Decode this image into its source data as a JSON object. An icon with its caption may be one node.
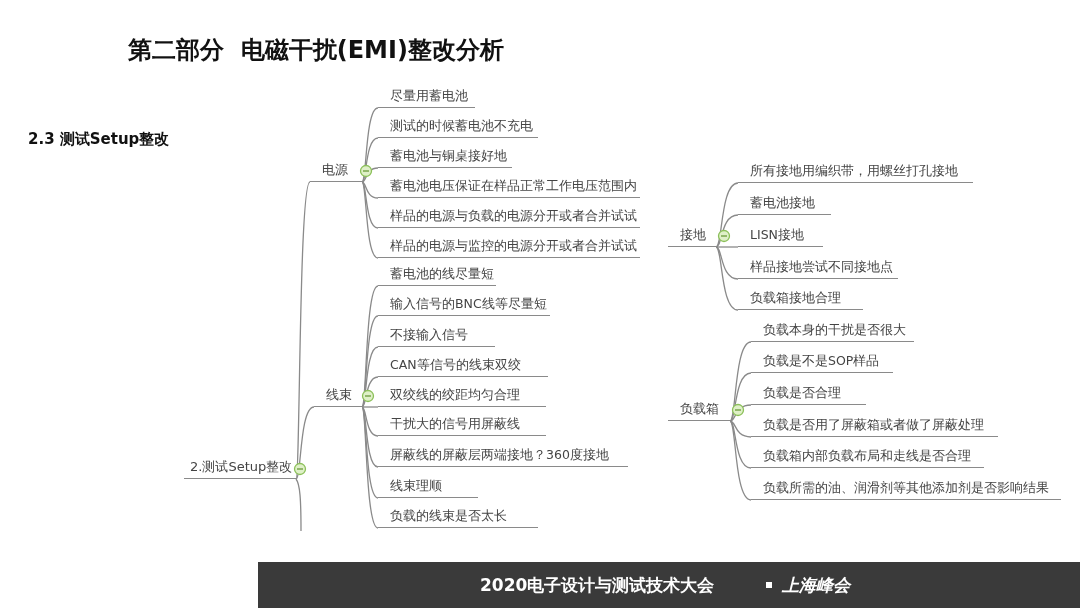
{
  "diagram": {
    "title": "第二部分  电磁干扰(EMI)整改分析",
    "nodes": [
      {
        "text": [
          "2.测试Setup整改"
        ]
      },
      {
        "text": [
          "电源"
        ]
      },
      {
        "text": [
          "尽量用蓄电池"
        ]
      },
      {
        "text": [
          "测试的时候蓄电池不充电"
        ]
      },
      {
        "text": [
          "蓄电池与铜桌接好地"
        ]
      },
      {
        "text": [
          "蓄电池电压保证在样品正常工作电压范围内"
        ]
      },
      {
        "text": [
          "样品的电源与负载的电源分开或者合并试试"
        ]
      },
      {
        "text": [
          "样品的电源与监控的电源分开或者合并试试"
        ]
      },
      {
        "text": [
          "线束"
        ]
      },
      {
        "text": [
          "蓄电池的线尽量短"
        ]
      },
      {
        "text": [
          "输入信号的BNC线等尽量短"
        ]
      },
      {
        "text": [
          "不接输入信号"
        ]
      },
      {
        "text": [
          "CAN等信号的线束双绞"
        ]
      },
      {
        "text": [
          "双绞线的绞距均匀合理"
        ]
      },
      {
        "text": [
          "干扰大的信号用屏蔽线"
        ]
      },
      {
        "text": [
          "屏蔽线的屏蔽层两端接地？360度接地"
        ]
      },
      {
        "text": [
          "线束理顺"
        ]
      },
      {
        "text": [
          "负载的线束是否太长"
        ]
      },
      {
        "text": [
          "接地"
        ]
      },
      {
        "text": [
          "所有接地用编织带，用螺丝打孔接地"
        ]
      },
      {
        "text": [
          "蓄电池接地"
        ]
      },
      {
        "text": [
          "LISN接地"
        ]
      },
      {
        "text": [
          "样品接地尝试不同接地点"
        ]
      },
      {
        "text": [
          "负载箱接地合理"
        ]
      },
      {
        "text": [
          "负载箱"
        ]
      },
      {
        "text": [
          "负载本身的干扰是否很大"
        ]
      },
      {
        "text": [
          "负载是不是SOP样品"
        ]
      },
      {
        "text": [
          "负载是否合理"
        ]
      },
      {
        "text": [
          "负载是否用了屏蔽箱或者做了屏蔽处理"
        ]
      },
      {
        "text": [
          "负载箱内部负载布局和走线是否合理"
        ]
      },
      {
        "text": [
          "负载所需的油、润滑剂等其他添加剂是否影响结果"
        ]
      }
    ],
    "edges": [
      {
        "from": 0,
        "to": 1,
        "arrow": "none"
      },
      {
        "from": 1,
        "to": 2,
        "arrow": "none"
      },
      {
        "from": 1,
        "to": 3,
        "arrow": "none"
      },
      {
        "from": 1,
        "to": 4,
        "arrow": "none"
      },
      {
        "from": 1,
        "to": 5,
        "arrow": "none"
      },
      {
        "from": 1,
        "to": 6,
        "arrow": "none"
      },
      {
        "from": 1,
        "to": 7,
        "arrow": "none"
      },
      {
        "from": 0,
        "to": 8,
        "arrow": "none"
      },
      {
        "from": 8,
        "to": 9,
        "arrow": "none"
      },
      {
        "from": 8,
        "to": 10,
        "arrow": "none"
      },
      {
        "from": 8,
        "to": 11,
        "arrow": "none"
      },
      {
        "from": 8,
        "to": 12,
        "arrow": "none"
      },
      {
        "from": 8,
        "to": 13,
        "arrow": "none"
      },
      {
        "from": 8,
        "to": 14,
        "arrow": "none"
      },
      {
        "from": 8,
        "to": 15,
        "arrow": "none"
      },
      {
        "from": 8,
        "to": 16,
        "arrow": "none"
      },
      {
        "from": 8,
        "to": 17,
        "arrow": "none"
      },
      {
        "from": 0,
        "to": null,
        "arrow": "none"
      },
      {
        "from": 18,
        "to": 19,
        "arrow": "none"
      },
      {
        "from": 18,
        "to": 20,
        "arrow": "none"
      },
      {
        "from": 18,
        "to": 21,
        "arrow": "none"
      },
      {
        "from": 18,
        "to": 22,
        "arrow": "none"
      },
      {
        "from": 18,
        "to": 23,
        "arrow": "none"
      },
      {
        "from": 24,
        "to": 25,
        "arrow": "none"
      },
      {
        "from": 24,
        "to": 26,
        "arrow": "none"
      },
      {
        "from": 24,
        "to": 27,
        "arrow": "none"
      },
      {
        "from": 24,
        "to": 28,
        "arrow": "none"
      },
      {
        "from": 24,
        "to": 29,
        "arrow": "none"
      },
      {
        "from": 24,
        "to": 30,
        "arrow": "none"
      }
    ],
    "labels": [
      "2.3 测试Setup整改",
      "2020电子设计与测试技术大会",
      "上海峰会"
    ]
  }
}
